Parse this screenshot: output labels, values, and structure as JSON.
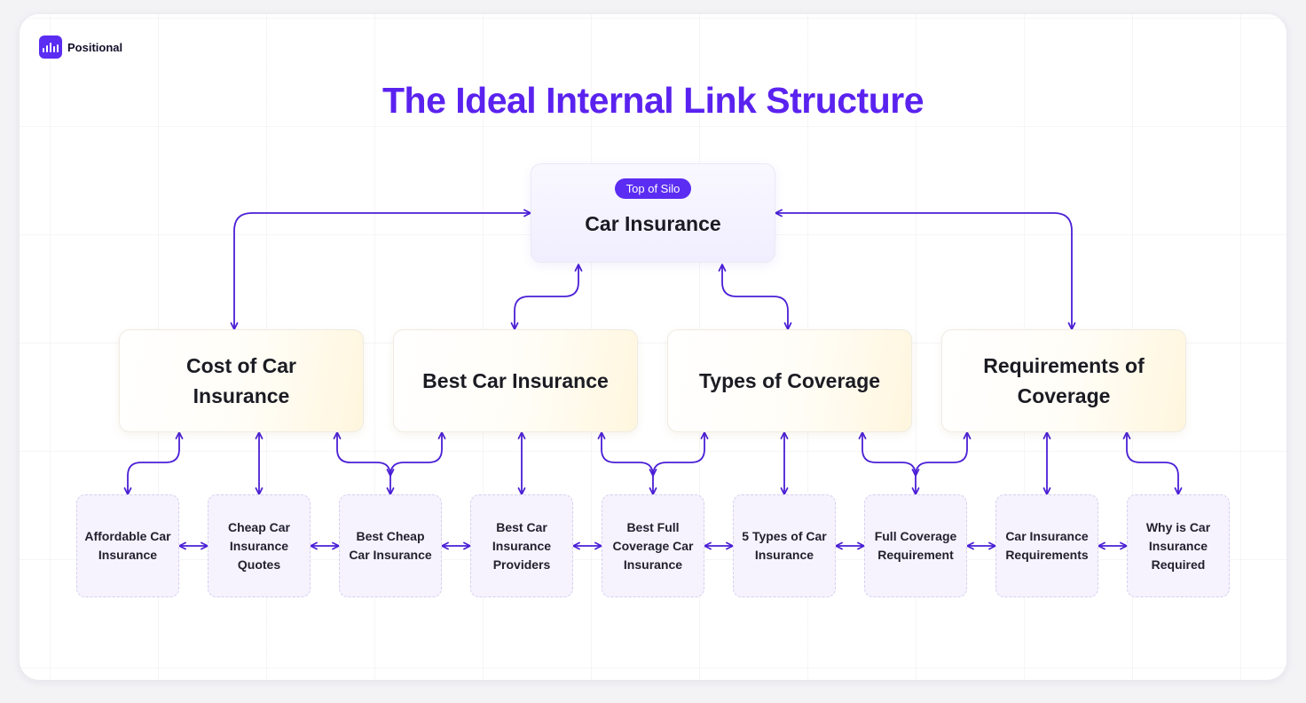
{
  "brand": {
    "name": "Positional",
    "logo": "positional-logo-icon",
    "color": "#5b2cf2"
  },
  "title": "The Ideal Internal Link Structure",
  "top": {
    "tag": "Top of Silo",
    "label": "Car Insurance"
  },
  "categories": [
    {
      "label": "Cost of Car Insurance"
    },
    {
      "label": "Best Car Insurance"
    },
    {
      "label": "Types of Coverage"
    },
    {
      "label": "Requirements of Coverage"
    }
  ],
  "pages": [
    {
      "label": "Affordable Car Insurance",
      "parent": 0
    },
    {
      "label": "Cheap Car Insurance Quotes",
      "parent": 0
    },
    {
      "label": "Best Cheap Car Insurance",
      "parent": 0
    },
    {
      "label": "Best Car Insurance Providers",
      "parent": 1
    },
    {
      "label": "Best Full Coverage Car Insurance",
      "parent": 1
    },
    {
      "label": "5 Types of Car Insurance",
      "parent": 2
    },
    {
      "label": "Full Coverage Requirement",
      "parent": 2
    },
    {
      "label": "Car Insurance Requirements",
      "parent": 3
    },
    {
      "label": "Why is Car Insurance Required",
      "parent": 3
    }
  ],
  "colors": {
    "accent": "#5a22ef",
    "arrow": "#4a1fd6"
  }
}
